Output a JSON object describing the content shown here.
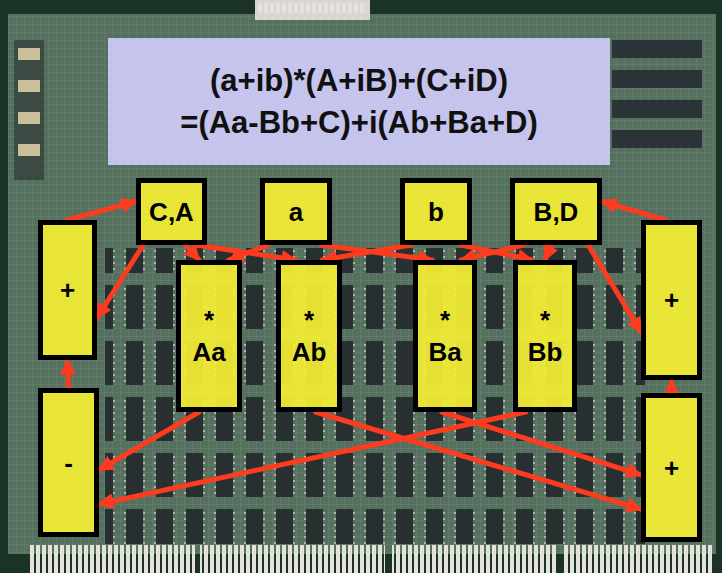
{
  "diagram": {
    "nodes": [
      {
        "text": [
          "(a+ib)*(A+iB)+(C+iD)",
          "=(Aa-Bb+C)+i(Ab+Ba+D)"
        ]
      },
      {
        "text": [
          "C,A"
        ]
      },
      {
        "text": [
          "a"
        ]
      },
      {
        "text": [
          "b"
        ]
      },
      {
        "text": [
          "B,D"
        ]
      },
      {
        "text": [
          "+"
        ]
      },
      {
        "text": [
          "*",
          "Aa"
        ]
      },
      {
        "text": [
          "*",
          "Ab"
        ]
      },
      {
        "text": [
          "*",
          "Ba"
        ]
      },
      {
        "text": [
          "*",
          "Bb"
        ]
      },
      {
        "text": [
          "+"
        ]
      },
      {
        "text": [
          "-"
        ]
      },
      {
        "text": [
          "+"
        ]
      }
    ],
    "edges": [
      {
        "from": 1,
        "to": 6,
        "arrow": "to"
      },
      {
        "from": 1,
        "to": 7,
        "arrow": "to"
      },
      {
        "from": 1,
        "to": 5,
        "arrow": "to"
      },
      {
        "from": 5,
        "to": 1,
        "arrow": "to"
      },
      {
        "from": 2,
        "to": 6,
        "arrow": "to"
      },
      {
        "from": 2,
        "to": 8,
        "arrow": "to"
      },
      {
        "from": 3,
        "to": 7,
        "arrow": "to"
      },
      {
        "from": 3,
        "to": 9,
        "arrow": "to"
      },
      {
        "from": 4,
        "to": 8,
        "arrow": "to"
      },
      {
        "from": 4,
        "to": 9,
        "arrow": "to"
      },
      {
        "from": 4,
        "to": 10,
        "arrow": "to"
      },
      {
        "from": 10,
        "to": 4,
        "arrow": "to"
      },
      {
        "from": 6,
        "to": 11,
        "arrow": "to"
      },
      {
        "from": 9,
        "to": 11,
        "arrow": "to"
      },
      {
        "from": 7,
        "to": 12,
        "arrow": "to"
      },
      {
        "from": 8,
        "to": 12,
        "arrow": "to"
      },
      {
        "from": 11,
        "to": 5,
        "arrow": "to"
      },
      {
        "from": 12,
        "to": 10,
        "arrow": "to"
      }
    ]
  }
}
